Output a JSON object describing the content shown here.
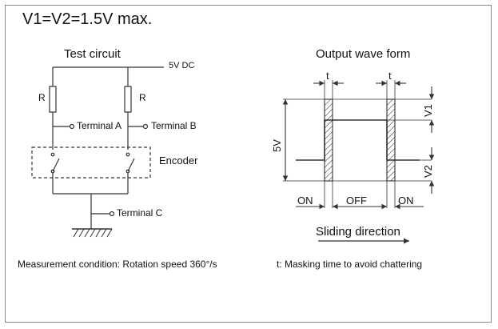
{
  "title": "V1=V2=1.5V max.",
  "test_circuit": {
    "heading": "Test circuit",
    "supply": "5V DC",
    "resistor_left": "R",
    "resistor_right": "R",
    "terminal_a": "Terminal A",
    "terminal_b": "Terminal B",
    "encoder": "Encoder",
    "terminal_c": "Terminal C"
  },
  "waveform": {
    "heading": "Output wave form",
    "t_left": "t",
    "t_right": "t",
    "v1": "V1",
    "v2": "V2",
    "five_v": "5V",
    "on_left": "ON",
    "off": "OFF",
    "on_right": "ON",
    "sliding": "Sliding direction"
  },
  "notes": {
    "measurement": "Measurement condition: Rotation speed 360°/s",
    "masking": "t:  Masking time to avoid chattering"
  }
}
